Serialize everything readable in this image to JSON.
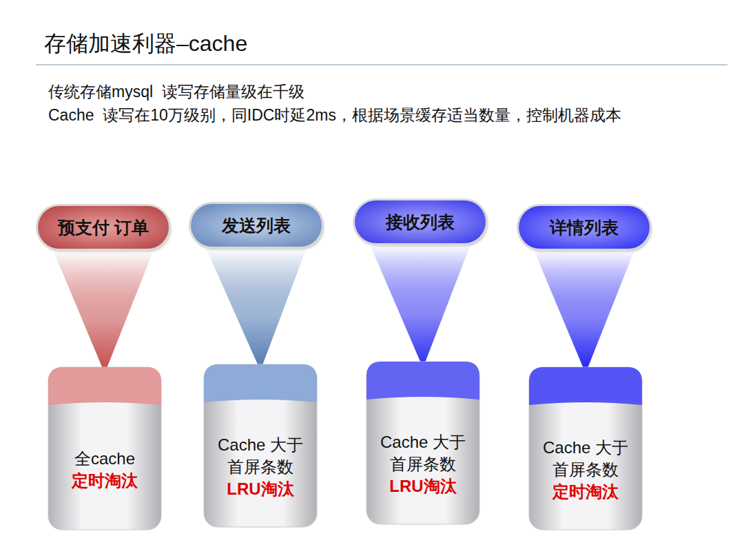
{
  "diagram": {
    "title": "存储加速利器–cache",
    "nodes": [
      {
        "text": [
          "预支付 订单"
        ]
      },
      {
        "text": [
          "发送列表"
        ]
      },
      {
        "text": [
          "接收列表"
        ]
      },
      {
        "text": [
          "详情列表"
        ]
      },
      {
        "text": [
          "全cache",
          "定时淘汰"
        ]
      },
      {
        "text": [
          "Cache 大于 首屏条数",
          "LRU淘汰"
        ]
      },
      {
        "text": [
          "Cache 大于 首屏条数",
          "LRU淘汰"
        ]
      },
      {
        "text": [
          "Cache 大于 首屏条数",
          "定时淘汰"
        ]
      }
    ],
    "edges": [
      {
        "from": 0,
        "to": 4,
        "arrow": "none"
      },
      {
        "from": 1,
        "to": 5,
        "arrow": "none"
      },
      {
        "from": 2,
        "to": 6,
        "arrow": "none"
      },
      {
        "from": 3,
        "to": 7,
        "arrow": "none"
      }
    ],
    "labels": [
      "传统存储mysql  读写存储量级在千级",
      "Cache  读写在10万级别，同IDC时延2ms，根据场景缓存适当数量，控制机器成本"
    ]
  }
}
